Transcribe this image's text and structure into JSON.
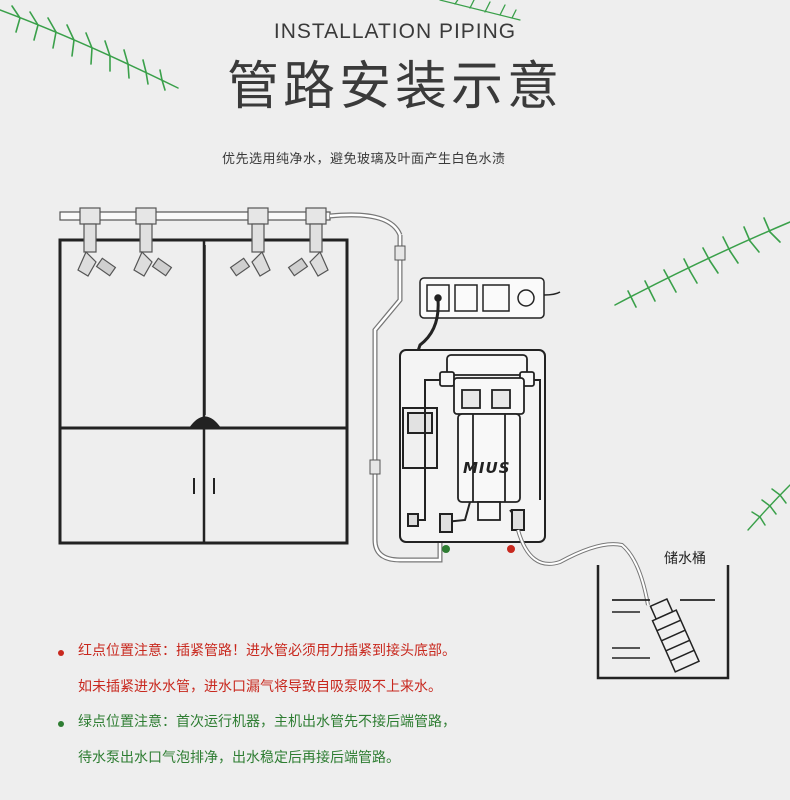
{
  "header": {
    "title_en": "INSTALLATION PIPING",
    "title_cn": "管路安装示意",
    "subtitle": "优先选用纯净水，避免玻璃及叶面产生白色水渍"
  },
  "diagram": {
    "tank_label": "储水桶",
    "pump_brand": "MIUS"
  },
  "notes": {
    "red": {
      "line1": "红点位置注意：插紧管路！进水管必须用力插紧到接头底部。",
      "line2": "如未插紧进水水管，进水口漏气将导致自吸泵吸不上来水。",
      "color": "#c8281e"
    },
    "green": {
      "line1": "绿点位置注意：首次运行机器，主机出水管先不接后端管路，",
      "line2": "待水泵出水口气泡排净，出水稳定后再接后端管路。",
      "color": "#2e7d32"
    }
  },
  "colors": {
    "text": "#222222",
    "leaf": "#3aa04a",
    "background": "#eeeeee"
  }
}
